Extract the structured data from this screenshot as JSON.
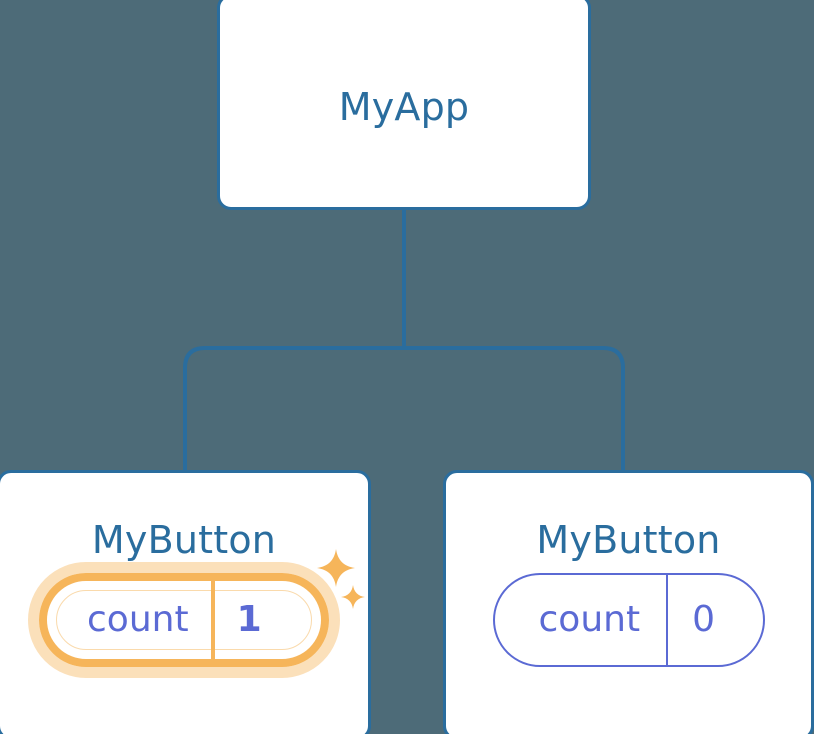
{
  "diagram": {
    "type": "component-tree",
    "background_color": "#4d6b78",
    "edge_color": "#2a6d9e",
    "node_border_color": "#2a6d9e",
    "node_fill_color": "#ffffff",
    "title_color": "#2a6d9e",
    "state_color": "#5b6ad4",
    "highlight_color": "#f6b55a",
    "highlight_glow_color": "rgba(246, 181, 90, 0.42)"
  },
  "nodes": {
    "root": {
      "title": "MyApp"
    },
    "child_left": {
      "title": "MyButton",
      "state": {
        "label": "count",
        "value": "1",
        "highlighted": true
      },
      "sparkle_big": "sparkle-icon",
      "sparkle_small": "sparkle-icon"
    },
    "child_right": {
      "title": "MyButton",
      "state": {
        "label": "count",
        "value": "0",
        "highlighted": false
      }
    }
  },
  "edges": [
    {
      "from": "root",
      "to": "child_left"
    },
    {
      "from": "root",
      "to": "child_right"
    }
  ]
}
